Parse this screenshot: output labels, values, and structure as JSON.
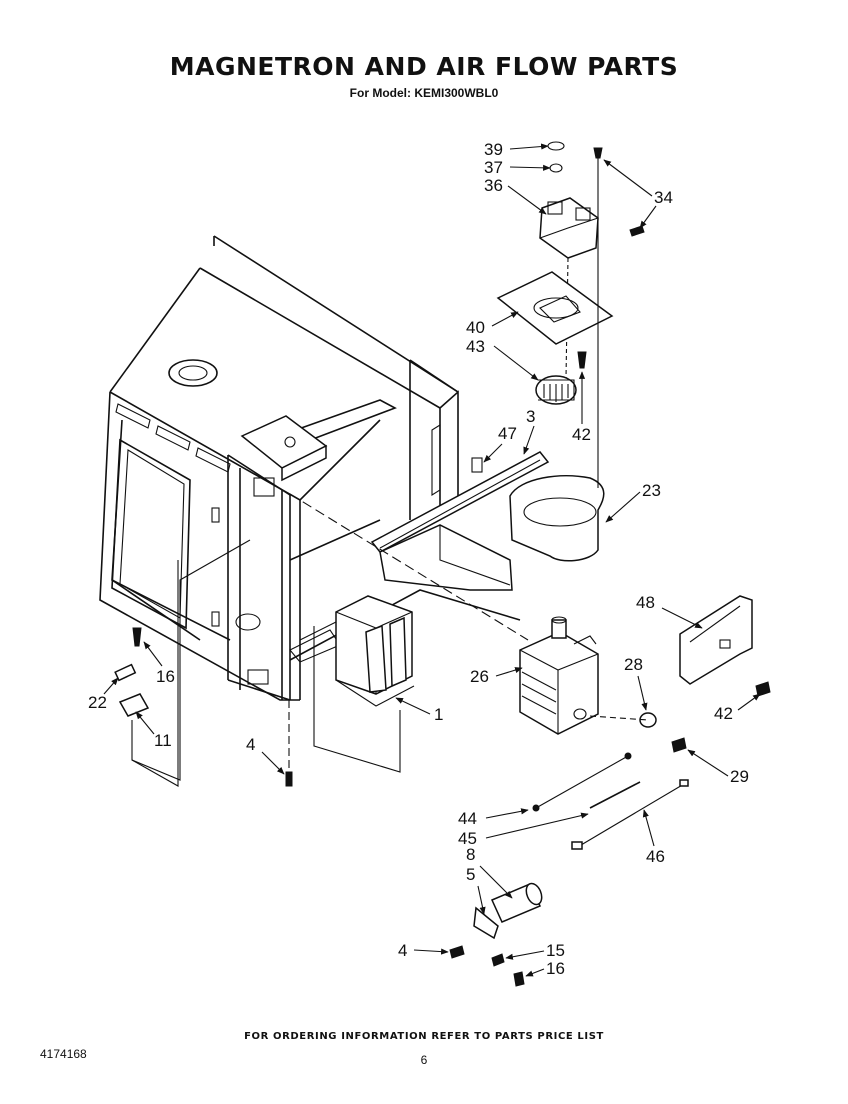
{
  "header": {
    "title": "MAGNETRON AND AIR FLOW PARTS",
    "subtitle": "For Model: KEMI300WBL0"
  },
  "callouts": [
    "39",
    "37",
    "36",
    "34",
    "40",
    "43",
    "42",
    "47",
    "3",
    "23",
    "48",
    "28",
    "26",
    "42",
    "29",
    "1",
    "16",
    "22",
    "11",
    "4",
    "44",
    "45",
    "46",
    "8",
    "5",
    "4",
    "15",
    "16"
  ],
  "footer": {
    "ordering_note": "FOR ORDERING INFORMATION REFER TO PARTS PRICE LIST",
    "doc_number": "4174168",
    "page_number": "6"
  },
  "colors": {
    "ink": "#111111",
    "paper": "#ffffff"
  }
}
